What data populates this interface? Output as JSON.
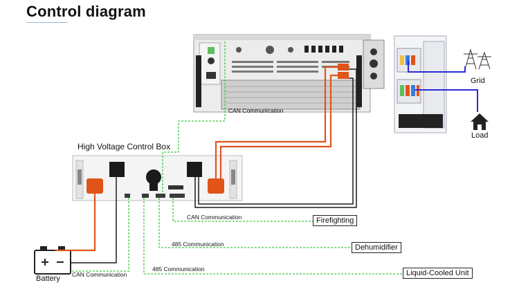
{
  "title": "Control diagram",
  "inverter_label": "CAN Communication",
  "hvbox": {
    "title": "High Voltage Control Box"
  },
  "grid": {
    "label": "Grid"
  },
  "load": {
    "label": "Load"
  },
  "battery": {
    "label": "Battery",
    "comm": "CAN Communication"
  },
  "devices": [
    {
      "label": "Firefighting",
      "comm": "CAN Communication"
    },
    {
      "label": "Dehumidifier",
      "comm": "485 Communication"
    },
    {
      "label": "Liquid-Cooled Unit",
      "comm": "485 Communication"
    }
  ],
  "colors": {
    "power": "#e0541a",
    "comm": "#3bcc3b",
    "wire": "#1a1a1a",
    "ac_blue": "#2a2ad8"
  }
}
